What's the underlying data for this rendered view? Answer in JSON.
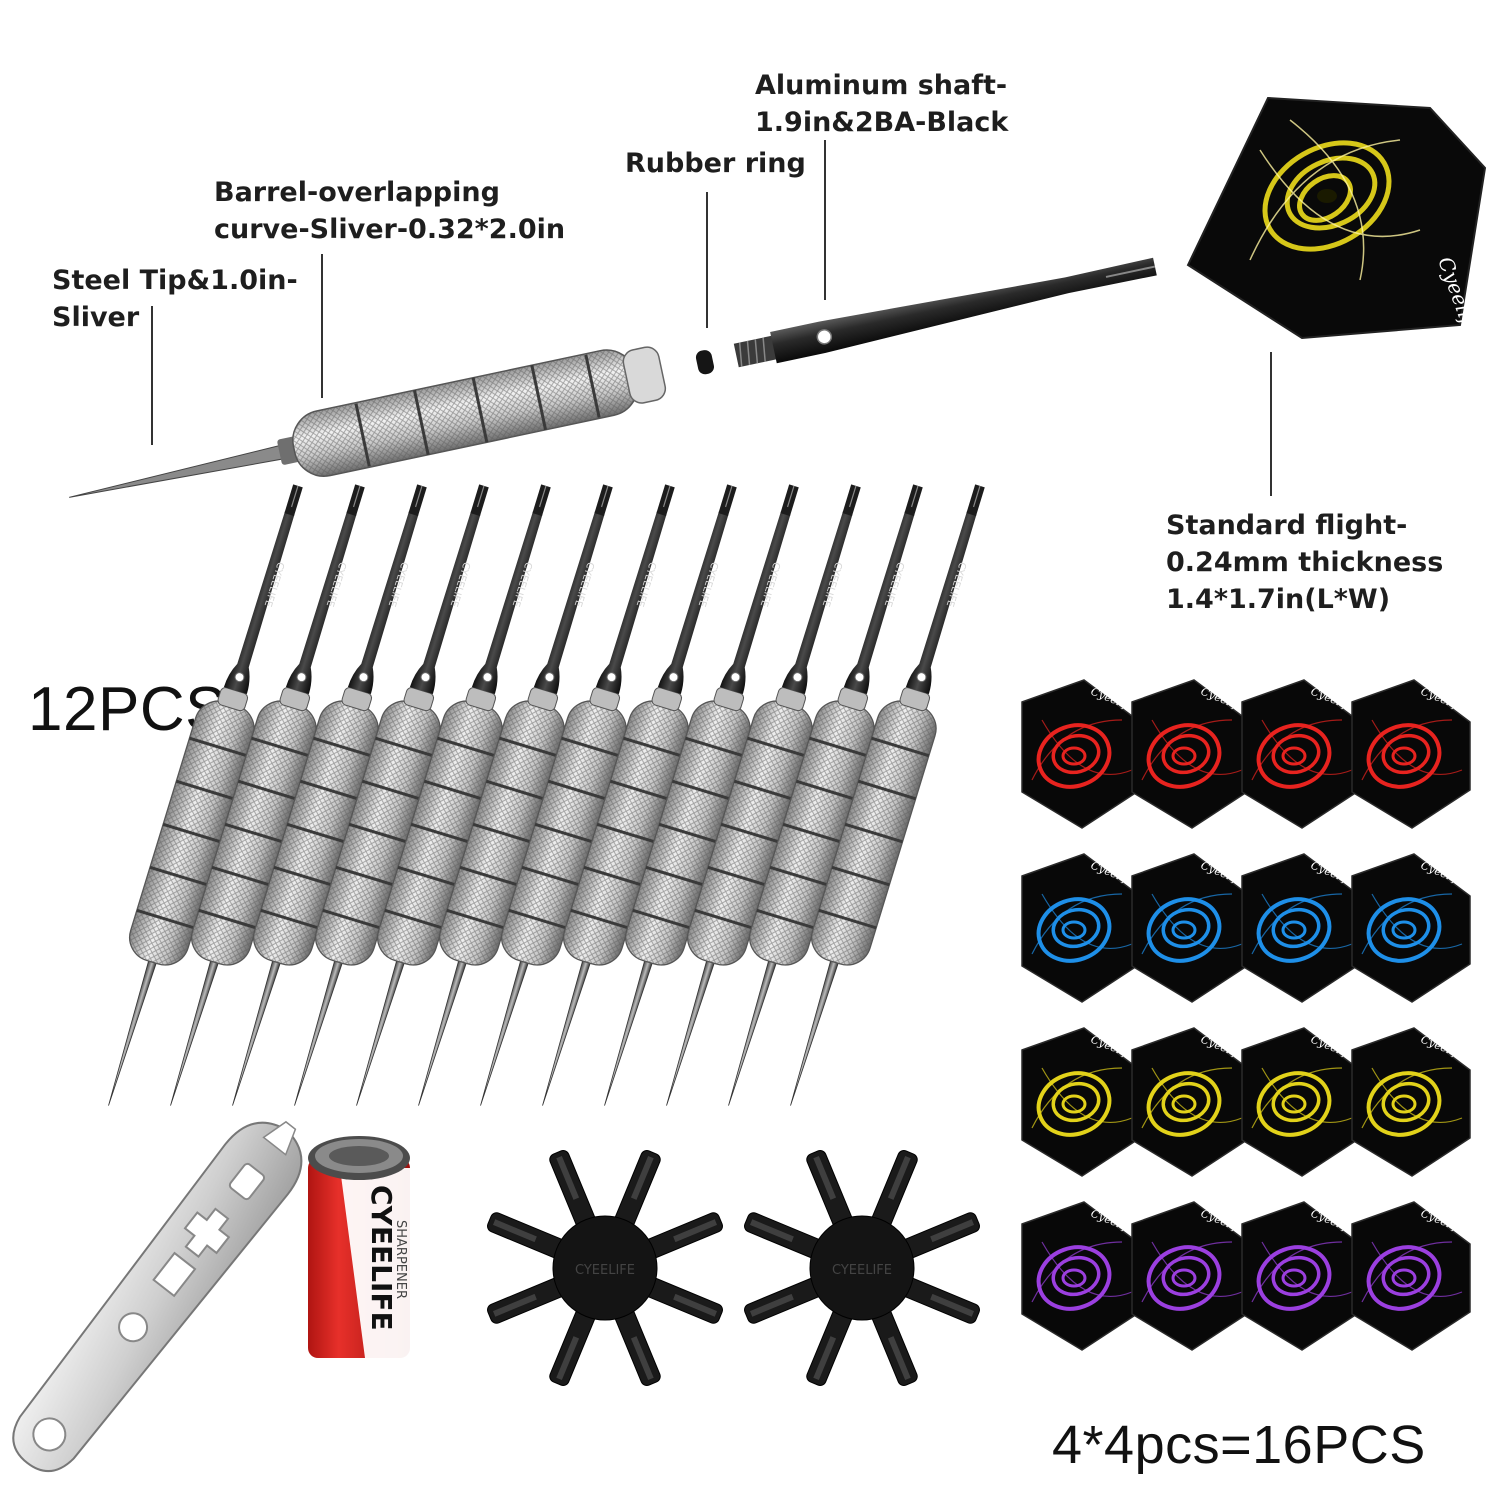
{
  "labels": {
    "steel_tip": [
      "Steel Tip&1.0in-",
      "Sliver"
    ],
    "barrel": [
      "Barrel-overlapping",
      "curve-Sliver-0.32*2.0in"
    ],
    "rubber_ring": [
      "Rubber ring"
    ],
    "shaft": [
      "Aluminum shaft-",
      "1.9in&2BA-Black"
    ],
    "flight": [
      "Standard flight-",
      "0.24mm thickness",
      "1.4*1.7in(L*W)"
    ]
  },
  "counts": {
    "darts": "12PCS",
    "flights": "4*4pcs=16PCS"
  },
  "products": {
    "dart_count": 12,
    "flight_rows": 4,
    "flight_cols": 4,
    "flight_colors": [
      "#e8231f",
      "#1e8fe8",
      "#e2d21a",
      "#9b3fe0"
    ],
    "feature_flight_color": "#e2d21a",
    "brand_color": "#d8231c"
  },
  "printed_marks": {
    "dart_shaft_brand": "CYEELIFE",
    "sharpener_brand": "CYEELIFE",
    "sharpener_caption": "SHARPENER",
    "protector_brand": "CYEELIFE",
    "flight_logo": "Cyeelife"
  }
}
